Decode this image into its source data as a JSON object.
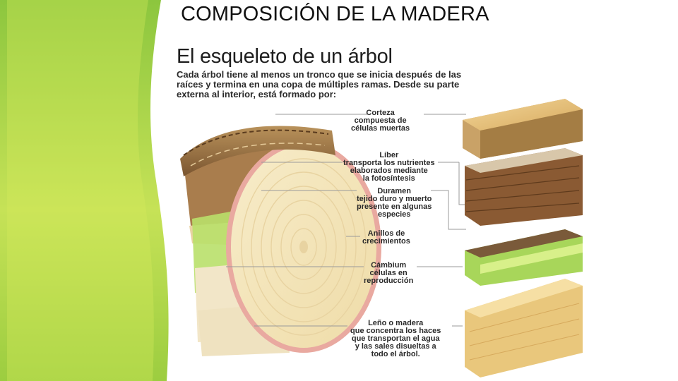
{
  "slide": {
    "title": "COMPOSICIÓN DE LA MADERA",
    "accent_color": "#8dc63f",
    "accent_light": "#d8ec5a"
  },
  "figure": {
    "heading": "El esqueleto de un árbol",
    "intro": "Cada árbol tiene al menos un tronco que se inicia después de las raíces y termina en una copa de múltiples ramas. Desde su parte externa al interior, está formado por:",
    "labels": [
      {
        "title": "Corteza",
        "desc": [
          "compuesta de",
          "células muertas"
        ]
      },
      {
        "title": "Líber",
        "desc": [
          "transporta los nutrientes",
          "elaborados mediante",
          "la fotosíntesis"
        ]
      },
      {
        "title": "Duramen",
        "desc": [
          "tejido duro y muerto",
          "presente en algunas",
          "especies"
        ]
      },
      {
        "title": "Anillos de",
        "desc": [
          "crecimientos"
        ]
      },
      {
        "title": "Cámbium",
        "desc": [
          "células en",
          "reproducción"
        ]
      },
      {
        "title": "Leño o madera",
        "desc": [
          "que concentra los haces",
          "que transportan el agua",
          "y las sales disueltas a",
          "todo el árbol."
        ]
      }
    ]
  }
}
